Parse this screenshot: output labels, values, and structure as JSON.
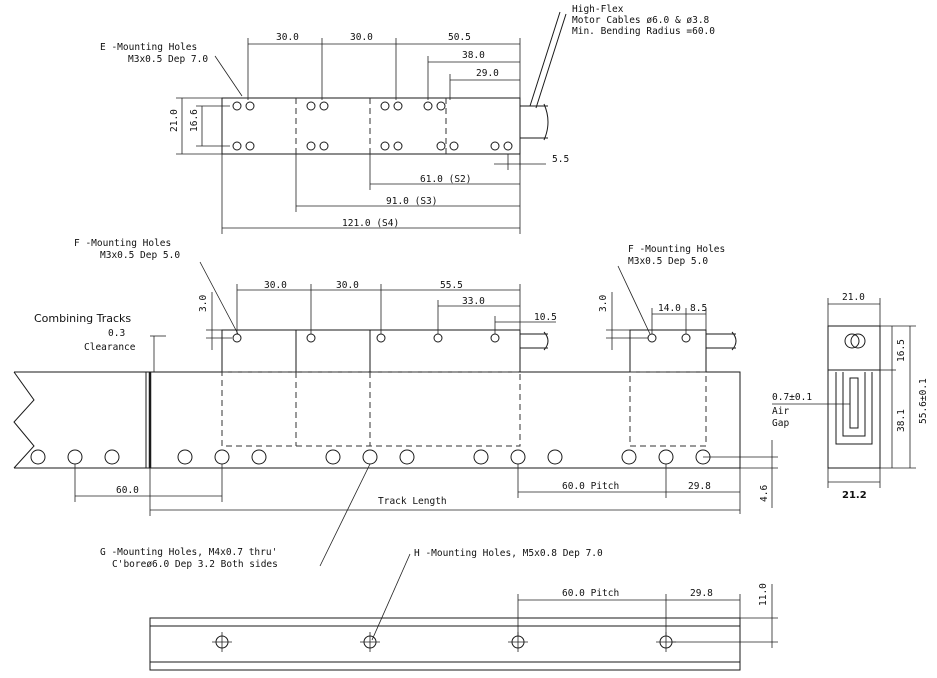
{
  "notes": {
    "e_holes_title": "E -Mounting Holes",
    "e_holes_spec": "M3x0.5 Dep 7.0",
    "cable_1": "High-Flex",
    "cable_2": "Motor Cables ø6.0 & ø3.8",
    "cable_3": "Min. Bending Radius =60.0",
    "f_holes_title": "F -Mounting Holes",
    "f_holes_spec": "M3x0.5 Dep 5.0",
    "combining": "Combining Tracks",
    "clearance_val": "0.3",
    "clearance": "Clearance",
    "air_gap_val": "0.7±0.1",
    "air_gap_1": "Air",
    "air_gap_2": "Gap",
    "g_holes_1": "G -Mounting Holes, M4x0.7 thru'",
    "g_holes_2": "C'boreø6.0 Dep 3.2 Both sides",
    "h_holes": "H -Mounting Holes, M5x0.8 Dep 7.0",
    "track_length": "Track Length"
  },
  "dimensions": {
    "top": [
      "30.0",
      "30.0",
      "50.5",
      "38.0",
      "29.0",
      "21.0",
      "16.6",
      "5.5",
      "61.0 (S2)",
      "91.0 (S3)",
      "121.0 (S4)"
    ],
    "middle": [
      "30.0",
      "30.0",
      "55.5",
      "33.0",
      "10.5",
      "3.0",
      "3.0",
      "14.0",
      "8.5",
      "60.0",
      "60.0 Pitch",
      "29.8",
      "4.6"
    ],
    "side": [
      "21.0",
      "16.5",
      "55.6±0.1",
      "38.1",
      "21.2"
    ],
    "bottom": [
      "60.0 Pitch",
      "29.8",
      "11.0"
    ]
  }
}
